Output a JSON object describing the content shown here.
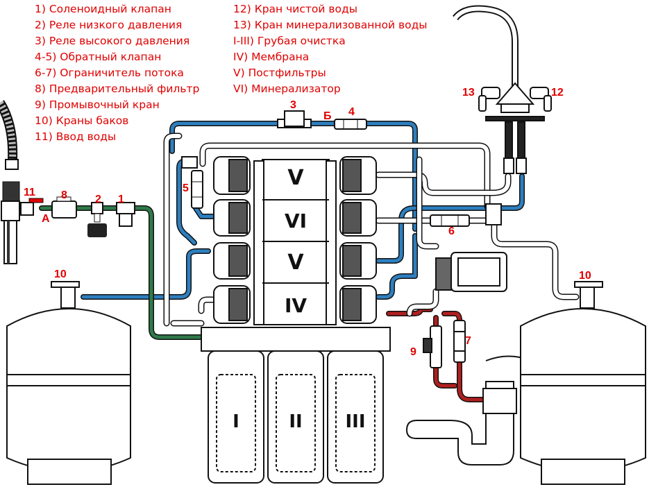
{
  "legend": {
    "left": [
      "1) Соленоидный клапан",
      "2) Реле низкого давления",
      "3) Реле высокого давления",
      "4-5) Обратный клапан",
      "6-7) Ограничитель потока",
      "8) Предварительный фильтр",
      "9) Промывочный кран",
      "10) Краны баков",
      "11) Ввод воды"
    ],
    "right": [
      "12) Кран чистой воды",
      "13) Кран минерализованной воды",
      "I-III) Грубая очистка",
      "IV) Мембрана",
      "V) Постфильтры",
      "VI) Минерализатор"
    ]
  },
  "labels": {
    "n1": "1",
    "n2": "2",
    "n3": "3",
    "n4": "4",
    "n5": "5",
    "n6": "6",
    "n7": "7",
    "n8": "8",
    "n9": "9",
    "n10_left": "10",
    "n10_right": "10",
    "n11": "11",
    "n12": "12",
    "n13": "13",
    "a": "А",
    "b": "Б"
  },
  "modules": {
    "top1": "V",
    "top2": "VI",
    "top3": "V",
    "top4": "IV"
  },
  "filters": {
    "f1": "I",
    "f2": "II",
    "f3": "III"
  },
  "colors": {
    "label": "#e00000",
    "blue_pipe": "#2e7fbf",
    "green_pipe": "#2f7a4a",
    "red_pipe": "#b02020",
    "outline": "#111111"
  }
}
